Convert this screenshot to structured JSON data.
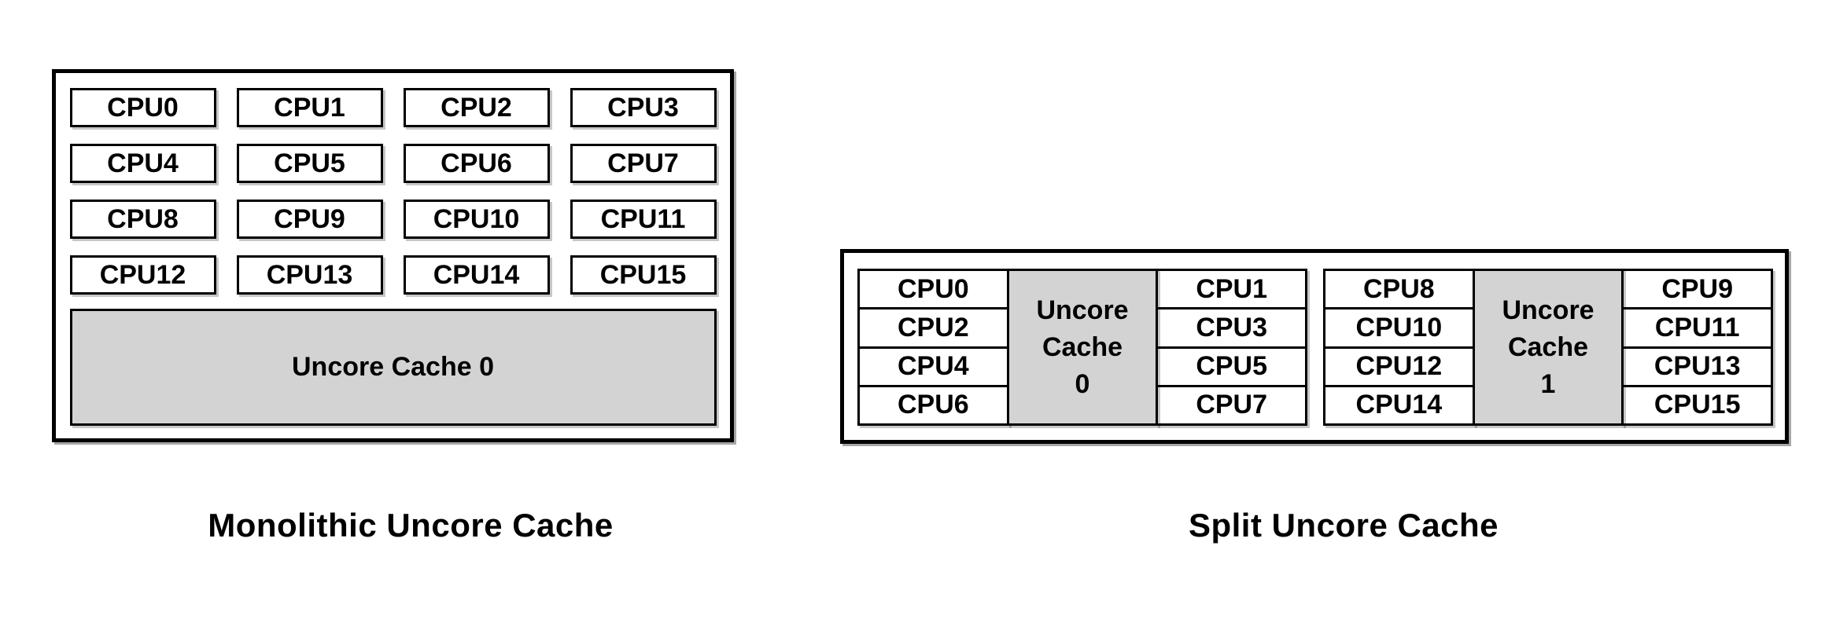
{
  "page": {
    "background": "#ffffff",
    "text_color": "#000000"
  },
  "colors": {
    "cache_fill": "#d3d3d3",
    "cpu_fill": "#ffffff",
    "border": "#000000"
  },
  "monolithic": {
    "title": "Monolithic Uncore Cache",
    "cpus": [
      "CPU0",
      "CPU1",
      "CPU2",
      "CPU3",
      "CPU4",
      "CPU5",
      "CPU6",
      "CPU7",
      "CPU8",
      "CPU9",
      "CPU10",
      "CPU11",
      "CPU12",
      "CPU13",
      "CPU14",
      "CPU15"
    ],
    "cache_label": "Uncore Cache 0"
  },
  "split": {
    "title": "Split Uncore Cache",
    "clusters": [
      {
        "left_cpus": [
          "CPU0",
          "CPU2",
          "CPU4",
          "CPU6"
        ],
        "cache_lines": [
          "Uncore",
          "Cache",
          "0"
        ],
        "right_cpus": [
          "CPU1",
          "CPU3",
          "CPU5",
          "CPU7"
        ]
      },
      {
        "left_cpus": [
          "CPU8",
          "CPU10",
          "CPU12",
          "CPU14"
        ],
        "cache_lines": [
          "Uncore",
          "Cache",
          "1"
        ],
        "right_cpus": [
          "CPU9",
          "CPU11",
          "CPU13",
          "CPU15"
        ]
      }
    ]
  }
}
